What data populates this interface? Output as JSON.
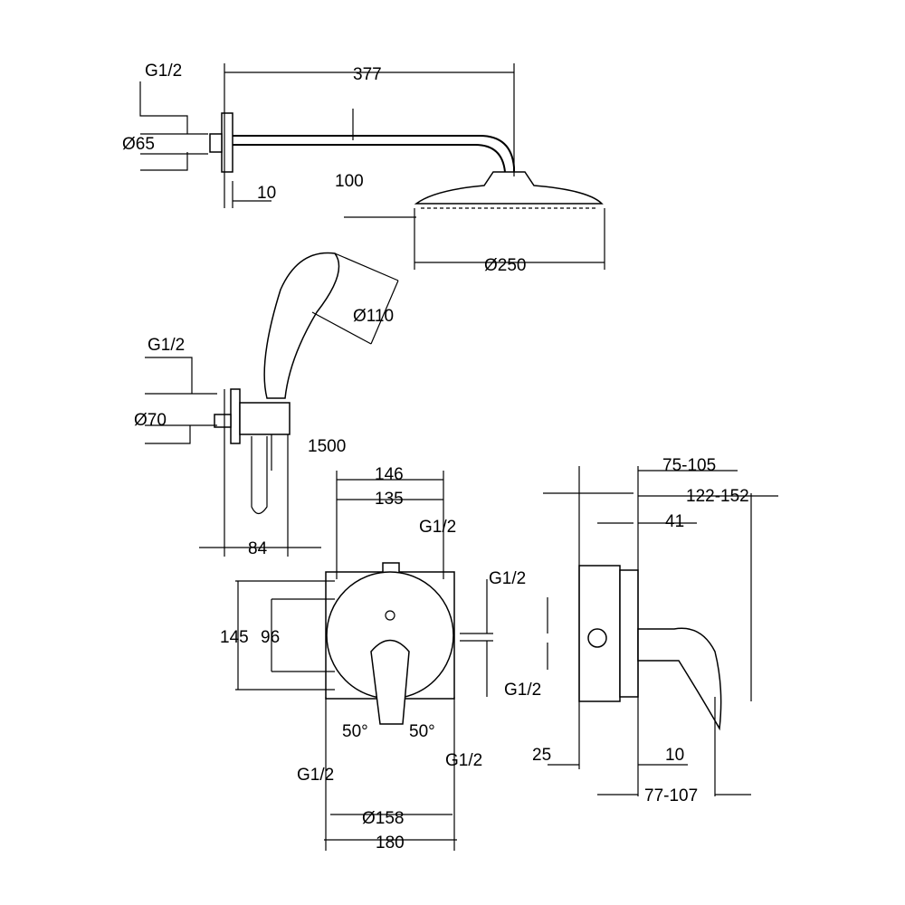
{
  "shower_arm": {
    "thread": "G1/2",
    "rosette_dia": "Ø65",
    "arm_length": "377",
    "drop": "100",
    "wall_gap": "10",
    "head_dia": "Ø250"
  },
  "hand_shower": {
    "head_dia": "Ø110",
    "thread": "G1/2",
    "outlet_dia": "Ø70",
    "hose_length": "1500",
    "projection": "84"
  },
  "mixer_front": {
    "width_outer": "146",
    "width_inner": "135",
    "top_thread": "G1/2",
    "side_thread": "G1/2",
    "height_outer": "145",
    "height_inner": "96",
    "angle_left": "50°",
    "angle_right": "50°",
    "bottom_thread_left": "G1/2",
    "bottom_thread_right": "G1/2",
    "plate_dia": "Ø158",
    "box_width": "180"
  },
  "mixer_side": {
    "depth_range": "75-105",
    "total_range": "122-152",
    "offset": "41",
    "side_thread": "G1/2",
    "wall": "25",
    "gap": "10",
    "install_range": "77-107"
  }
}
